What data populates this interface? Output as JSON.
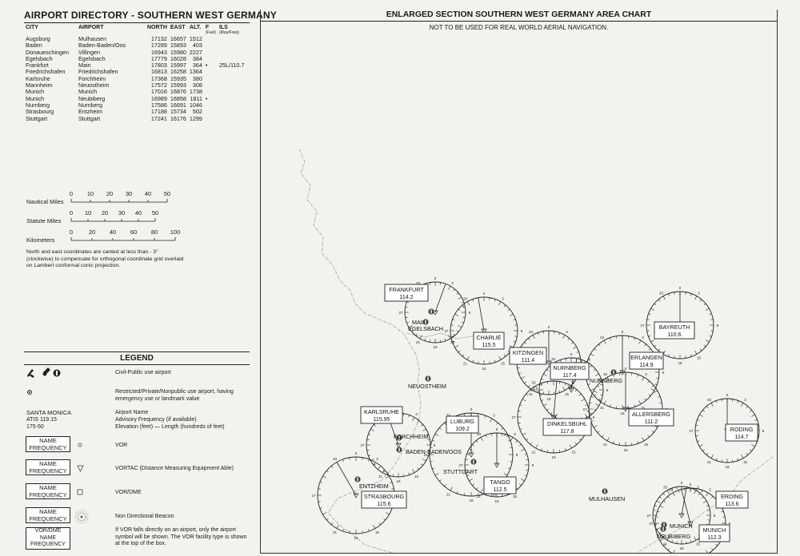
{
  "directory": {
    "title": "AIRPORT DIRECTORY - SOUTHERN WEST GERMANY",
    "headers": {
      "city": "CITY",
      "airport": "AIRPORT",
      "north": "NORTH",
      "east": "EAST",
      "alt": "ALT.",
      "fuel": "F",
      "fuel_sub": "(Fuel)",
      "ils": "ILS",
      "ils_sub": "(Rwy/Freq)"
    },
    "rows": [
      {
        "city": "Augsburg",
        "airport": "Mulhausen",
        "north": "17132",
        "east": "16657",
        "alt": "1512",
        "fuel": "",
        "ils": ""
      },
      {
        "city": "Baden",
        "airport": "Baden-Baden/Oos",
        "north": "17289",
        "east": "15893",
        "alt": "403",
        "fuel": "",
        "ils": ""
      },
      {
        "city": "Donaueschingen",
        "airport": "Villingen",
        "north": "16943",
        "east": "15980",
        "alt": "2227",
        "fuel": "",
        "ils": ""
      },
      {
        "city": "Egelsbach",
        "airport": "Egelsbach",
        "north": "17779",
        "east": "16028",
        "alt": "384",
        "fuel": "",
        "ils": ""
      },
      {
        "city": "Frankfurt",
        "airport": "Main",
        "north": "17803",
        "east": "15997",
        "alt": "364",
        "fuel": "•",
        "ils": "25L/110.7"
      },
      {
        "city": "Friedrichshafen",
        "airport": "Friedrichshafen",
        "north": "16813",
        "east": "16258",
        "alt": "1364",
        "fuel": "",
        "ils": ""
      },
      {
        "city": "Karlsruhe",
        "airport": "Forchheim",
        "north": "17368",
        "east": "15935",
        "alt": "380",
        "fuel": "",
        "ils": ""
      },
      {
        "city": "Mannheim",
        "airport": "Neuostheim",
        "north": "17572",
        "east": "15993",
        "alt": "308",
        "fuel": "",
        "ils": ""
      },
      {
        "city": "Munich",
        "airport": "Munich",
        "north": "17016",
        "east": "16876",
        "alt": "1738",
        "fuel": "",
        "ils": ""
      },
      {
        "city": "Munich",
        "airport": "Neubiberg",
        "north": "16989",
        "east": "16858",
        "alt": "1811",
        "fuel": "•",
        "ils": ""
      },
      {
        "city": "Nurnberg",
        "airport": "Nurnberg",
        "north": "17586",
        "east": "16691",
        "alt": "1046",
        "fuel": "",
        "ils": ""
      },
      {
        "city": "Strasbourg",
        "airport": "Entzheim",
        "north": "17188",
        "east": "15734",
        "alt": "502",
        "fuel": "",
        "ils": ""
      },
      {
        "city": "Stuttgart",
        "airport": "Stuttgart",
        "north": "17241",
        "east": "16176",
        "alt": "1299",
        "fuel": "",
        "ils": ""
      }
    ]
  },
  "scales": [
    {
      "label": "Nautical Miles",
      "ticks": [
        "0",
        "10",
        "20",
        "30",
        "40",
        "50"
      ]
    },
    {
      "label": "Statute Miles",
      "ticks": [
        "0",
        "10",
        "20",
        "30",
        "40",
        "50"
      ]
    },
    {
      "label": "Kilometers",
      "ticks": [
        "0",
        "20",
        "40",
        "60",
        "80",
        "100"
      ]
    }
  ],
  "note": "North and east coordinates are canted at less than - 3° (clockwise) to compensate for orthogonal coordinate grid overlaid on Lambert conformal conic projection.",
  "legend": {
    "title": "LEGEND",
    "airport_desc": "Civil-Public use airport",
    "restricted_desc": "Restricted/Private/Nonpublic use airport, having emergency use or landmark value",
    "sample_name": "SANTA MONICA",
    "sample_atis": "ATIS 119.15",
    "sample_elev": "175-50",
    "sample_desc_1": "Airport Name",
    "sample_desc_2": "Advisory Frequency (if available)",
    "sample_desc_3": "Elevation (feet) — Length (hundreds of feet)",
    "box_name": "NAME",
    "box_freq": "FREQUENCY",
    "vor_desc": "VOR",
    "vortac_desc": "VORTAC (Distance Measuring Equipment Able)",
    "vordme_desc": "VOR/DME",
    "ndb_desc": "Non Directional Beacon",
    "vordme_label": "VOR/DME",
    "footnote": "If VOR falls directly on an airport, only the airport symbol will be shown. The VOR facility type is shown at the top of the box."
  },
  "chart": {
    "title": "ENLARGED SECTION SOUTHERN WEST GERMANY AREA CHART",
    "subtitle": "NOT TO BE USED FOR REAL WORLD AERIAL NAVIGATION.",
    "navaids": [
      {
        "name": "FRANKFURT",
        "freq": "114.2"
      },
      {
        "name": "CHARLIE",
        "freq": "115.5"
      },
      {
        "name": "KITZINGEN",
        "freq": "111.4"
      },
      {
        "name": "NURNBERG",
        "freq": "117.4"
      },
      {
        "name": "ERLANGEN",
        "freq": "114.9"
      },
      {
        "name": "BAYREUTH",
        "freq": "110.6"
      },
      {
        "name": "KARLSRUHE",
        "freq": "115.95"
      },
      {
        "name": "LUBURG",
        "freq": "109.2"
      },
      {
        "name": "DINKELSBUHL",
        "freq": "117.8"
      },
      {
        "name": "ALLERSBERG",
        "freq": "111.2"
      },
      {
        "name": "RODING",
        "freq": "114.7"
      },
      {
        "name": "STRASBOURG",
        "freq": "115.6"
      },
      {
        "name": "TANGO",
        "freq": "112.5"
      },
      {
        "name": "ERDING",
        "freq": "113.6"
      },
      {
        "name": "MUNICH",
        "freq": "112.3"
      }
    ],
    "airports": [
      "MAIN",
      "EGELSBACH",
      "NEUOSTHEIM",
      "FORCHHEIM",
      "BADEN-BADEN/OOS",
      "STUTTGART",
      "ENTZHEIM",
      "NURNBERG",
      "MULHAUSEN",
      "MUNICH",
      "NEUBIBERG"
    ],
    "compass_labels": {
      "n": "0",
      "e": "9",
      "s": "18",
      "w": "27",
      "ne": "3",
      "se": "15",
      "sw": "21",
      "nw": "33"
    }
  }
}
